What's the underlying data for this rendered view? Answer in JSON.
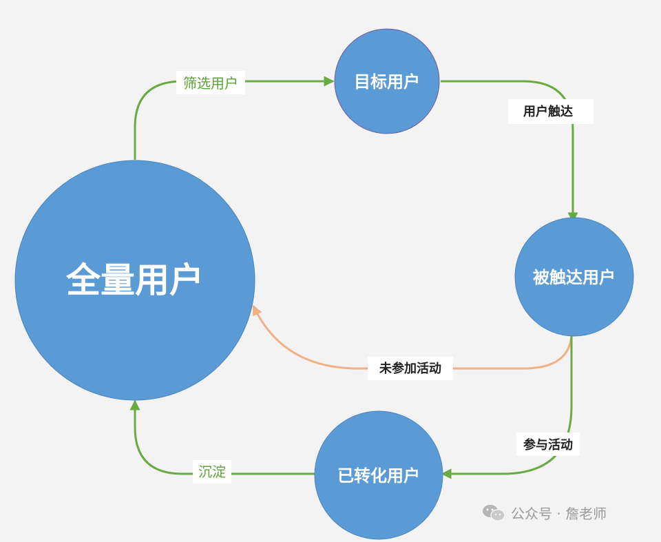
{
  "colors": {
    "node_fill": "#5b9bd5",
    "node_stroke": "#4a86c1",
    "flow_green": "#6aaa43",
    "flow_orange": "#f1b185",
    "label_green": "#5aa236",
    "label_dark": "#222222",
    "background": "#f3f3f3"
  },
  "nodes": {
    "all_users": "全量用户",
    "target_users": "目标用户",
    "reached_users": "被触达用户",
    "converted_users": "已转化用户"
  },
  "edges": {
    "filter_users": "筛选用户",
    "user_reach": "用户触达",
    "not_joined": "未参加活动",
    "joined": "参与活动",
    "settle": "沉淀"
  },
  "watermark": {
    "icon": "wechat-icon",
    "text": "公众号 · 詹老师"
  }
}
